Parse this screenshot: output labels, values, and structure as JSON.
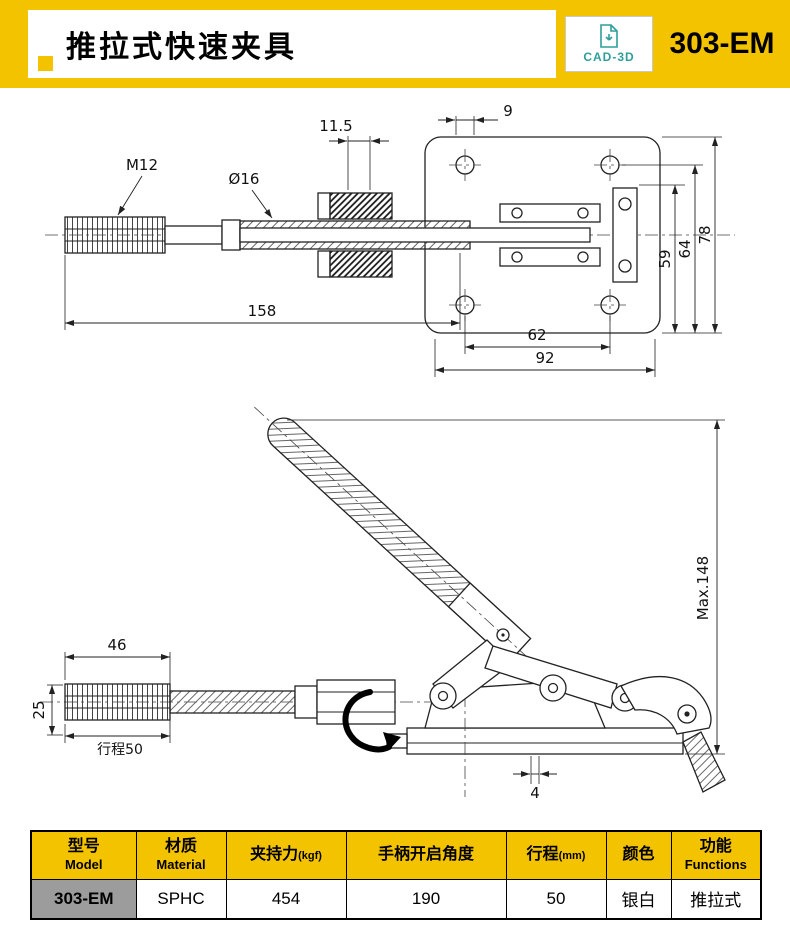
{
  "colors": {
    "accent": "#F4C300",
    "badge": "#2F9E9B",
    "cellgray": "#9C9C9C"
  },
  "header": {
    "title": "推拉式快速夹具",
    "model": "303-EM",
    "cad_badge": "CAD-3D"
  },
  "drawing_top": {
    "dims": {
      "m12": "M12",
      "dia16": "Ø16",
      "d11_5": "11.5",
      "d9": "9",
      "d59": "59",
      "d64": "64",
      "d78": "78",
      "d158": "158",
      "d62": "62",
      "d92": "92"
    }
  },
  "drawing_side": {
    "dims": {
      "d46": "46",
      "d25": "25",
      "stroke": "行程50",
      "max": "Max.148",
      "d4": "4"
    }
  },
  "table": {
    "headers": [
      {
        "zh": "型号",
        "en": "Model",
        "unit": ""
      },
      {
        "zh": "材质",
        "en": "Material",
        "unit": ""
      },
      {
        "zh": "夹持力",
        "en": "",
        "unit": "(kgf)"
      },
      {
        "zh": "手柄开启角度",
        "en": "",
        "unit": ""
      },
      {
        "zh": "行程",
        "en": "",
        "unit": "(mm)"
      },
      {
        "zh": "颜色",
        "en": "",
        "unit": ""
      },
      {
        "zh": "功能",
        "en": "Functions",
        "unit": ""
      }
    ],
    "row": {
      "model": "303-EM",
      "material": "SPHC",
      "force": "454",
      "angle": "190",
      "stroke": "50",
      "color": "银白",
      "function": "推拉式"
    }
  }
}
